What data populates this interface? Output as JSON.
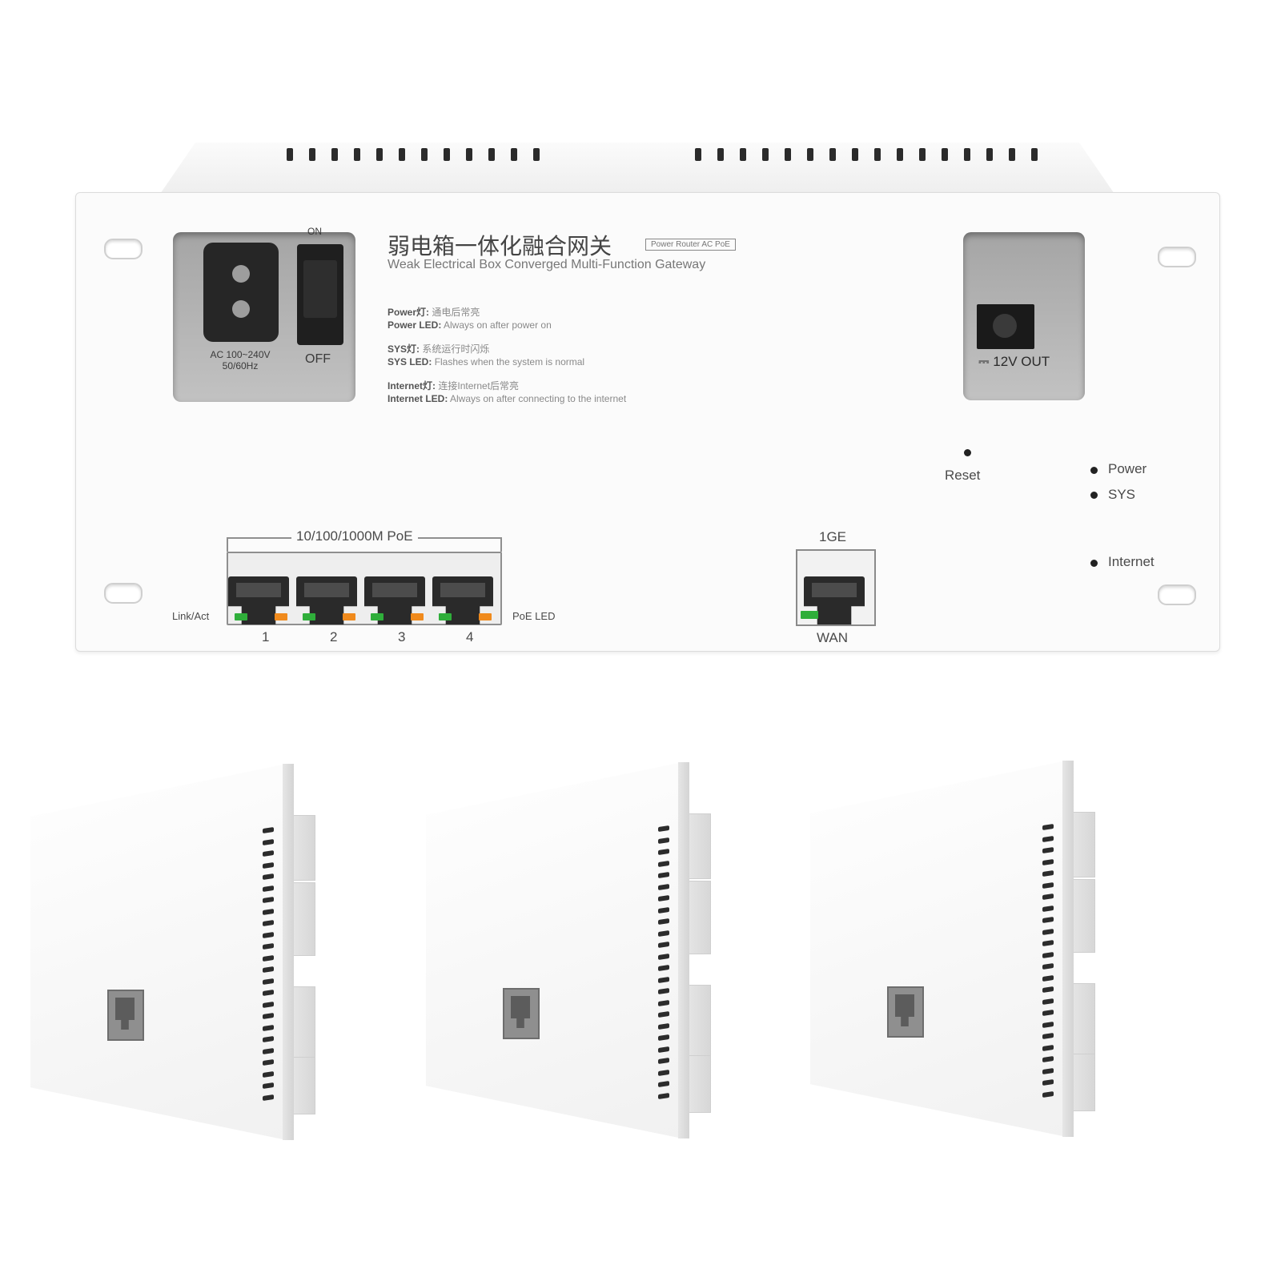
{
  "gateway": {
    "title_cn": "弱电箱一体化融合网关",
    "model_tag": "Power Router AC PoE",
    "title_en": "Weak Electrical Box Converged Multi-Function Gateway",
    "power_input": {
      "voltage": "AC 100~240V",
      "frequency": "50/60Hz",
      "switch_on": "ON",
      "switch_off": "OFF"
    },
    "led_legend": [
      {
        "label_cn_bold": "Power灯:",
        "text_cn": "通电后常亮",
        "label_en_bold": "Power LED:",
        "text_en": "Always on after power on"
      },
      {
        "label_cn_bold": "SYS灯:",
        "text_cn": "系统运行时闪烁",
        "label_en_bold": "SYS LED:",
        "text_en": "Flashes when the system is normal"
      },
      {
        "label_cn_bold": "Internet灯:",
        "text_cn": "连接Internet后常亮",
        "label_en_bold": "Internet LED:",
        "text_en": "Always on after connecting to the internet"
      }
    ],
    "dc_out": "12V OUT",
    "reset": "Reset",
    "indicators": [
      "Power",
      "SYS",
      "Internet"
    ],
    "poe_group_label": "10/100/1000M PoE",
    "link_act_label": "Link/Act",
    "poe_led_label": "PoE LED",
    "lan_ports": [
      "1",
      "2",
      "3",
      "4"
    ],
    "wan_top_label": "1GE",
    "wan_bottom_label": "WAN",
    "led_colors": {
      "link": "#2fae3a",
      "poe": "#f08a1c"
    }
  },
  "wall_panels": [
    {
      "id": "ap-1"
    },
    {
      "id": "ap-2"
    },
    {
      "id": "ap-3"
    }
  ]
}
